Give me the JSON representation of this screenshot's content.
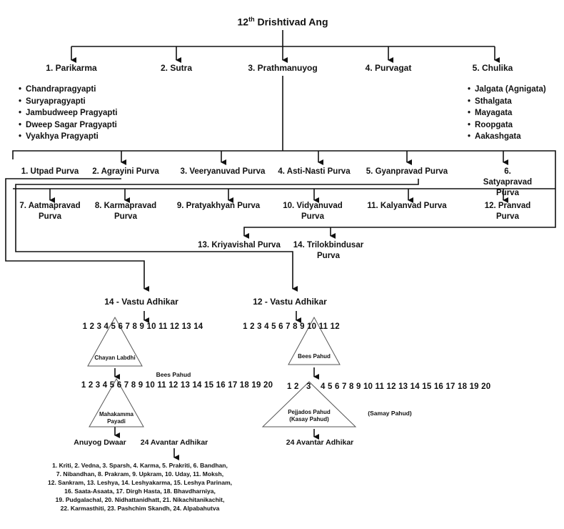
{
  "title": {
    "main": "12",
    "sup": "th",
    "rest": " Drishtivad Ang"
  },
  "branches": [
    "1. Parikarma",
    "2. Sutra",
    "3. Prathmanuyog",
    "4. Purvagat",
    "5. Chulika"
  ],
  "parikarma_items": [
    "Chandrapragyapti",
    "Suryapragyapti",
    "Jambudweep Pragyapti",
    "Dweep Sagar Pragyapti",
    "Vyakhya Pragyapti"
  ],
  "chulika_items": [
    "Jalgata (Agnigata)",
    "Sthalgata",
    "Mayagata",
    "Roopgata",
    "Aakashgata"
  ],
  "purvas_row1": [
    "1. Utpad Purva",
    "2. Agrayini Purva",
    "3. Veeryanuvad Purva",
    "4. Asti-Nasti Purva",
    "5. Gyanpravad Purva",
    "6. Satyapravad Purva"
  ],
  "purvas_row2": [
    "7. Aatmapravad Purva",
    "8. Karmapravad Purva",
    "9. Pratyakhyan Purva",
    "10. Vidyanuvad Purva",
    "11. Kalyanvad Purva",
    "12. Pranvad Purva"
  ],
  "purvas_row3": [
    "13. Kriyavishal Purva",
    "14. Trilokbindusar Purva"
  ],
  "left": {
    "heading": "14 - Vastu Adhikar",
    "vastu_numbers": "1 2 3 4 5 6 7 8 9 10 11 12 13 14",
    "triangle1": "Chayan Labdhi",
    "bees_pahud": "Bees Pahud",
    "pahud_numbers": "1 2 3 4 5 6 7 8 9 10 11 12 13 14 15 16 17 18 19 20",
    "triangle2": "Mahakamma Payadi",
    "anuyog": "Anuyog Dwaar",
    "avantar_heading": "24 Avantar Adhikar",
    "avantar_lines": [
      "1. Kriti, 2. Vedna, 3. Sparsh, 4. Karma, 5. Prakriti, 6. Bandhan,",
      "7. Nibandhan, 8. Prakram, 9. Upkram, 10. Uday, 11. Moksh,",
      "12. Sankram, 13. Leshya, 14. Leshyakarma, 15. Leshya Parinam,",
      "16. Saata-Asaata, 17. Dirgh Hasta, 18. Bhavdharniya,",
      "19. Pudgalachal, 20. Nidhattanidhatt, 21. Nikachitanikachit,",
      "22. Karmasthiti, 23. Pashchim Skandh, 24. Alpabahutva"
    ]
  },
  "right": {
    "heading": "12 - Vastu Adhikar",
    "vastu_numbers": "1 2 3 4 5 6 7 8 9 10 11 12",
    "triangle1": "Bees Pahud",
    "pahud_numbers_a": "1 2",
    "pahud_numbers_b": "3",
    "pahud_numbers_c": "4 5 6 7 8 9 10 11 12 13 14 15 16 17 18 19 20",
    "triangle2_line1": "Pejjados Pahud",
    "triangle2_line2": "(Kasay Pahud)",
    "samay": "(Samay Pahud)",
    "avantar_heading": "24 Avantar Adhikar"
  }
}
